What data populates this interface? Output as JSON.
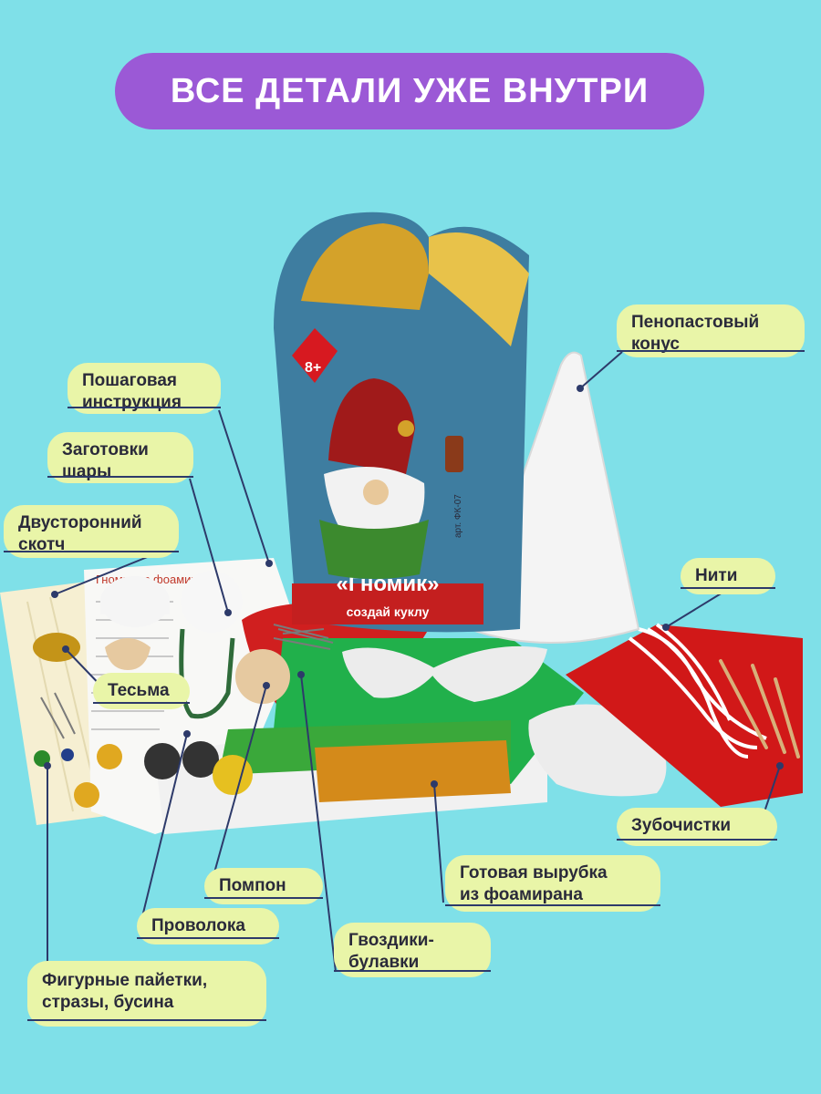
{
  "banner": {
    "title": "ВСЕ ДЕТАЛИ УЖЕ ВНУТРИ"
  },
  "box": {
    "age": "8+",
    "name": "«Гномик»",
    "tagline": "создай куклу",
    "article": "арт. ФК-07"
  },
  "instruction_sheet": {
    "heading": "Гномик из фоамирана"
  },
  "labels": {
    "foam_cone": "Пенопастовый\nконус",
    "instruction": "Пошаговая\nинструкция",
    "balls": "Заготовки\nшары",
    "tape": "Двусторонний\nскотч",
    "threads": "Нити",
    "braid": "Тесьма",
    "toothpicks": "Зубочистки",
    "pompom": "Помпон",
    "cutout": "Готовая вырубка\nиз фоамирана",
    "wire": "Проволока",
    "pins": "Гвоздики-\nбулавки",
    "sequins": "Фигурные пайетки,\nстразы, бусина"
  },
  "colors": {
    "background": "#7fe0e8",
    "banner": "#9b59d6",
    "label": "#e9f5a8",
    "line": "#2d3a6a"
  }
}
